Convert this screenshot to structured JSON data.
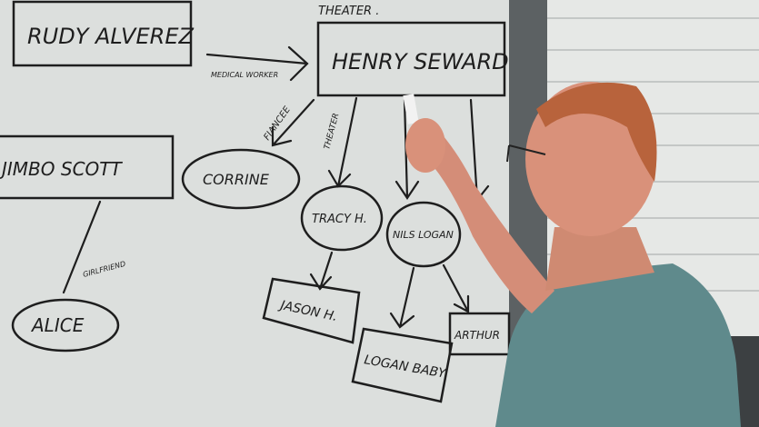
{
  "whiteboard": {
    "nodes": {
      "rudy": "RUDY ALVEREZ",
      "henry": "HENRY SEWARD",
      "jimbo": "JIMBO SCOTT",
      "corrine": "CORRINE",
      "tracy": "TRACY H.",
      "nils": "NILS LOGAN",
      "jason": "JASON H.",
      "alice": "ALICE",
      "logan_baby": "LOGAN BABY",
      "arthur": "ARTHUR"
    },
    "edge_labels": {
      "theater_top": "THEATER .",
      "medical_worker": "MEDICAL WORKER",
      "fiancee": "FIANCEE",
      "theater": "THEATER",
      "girlfriend": "GIRLFRIEND"
    }
  },
  "colors": {
    "board": "#dcdfdd",
    "marker": "#1e1e1e",
    "scrubs": "#5f8a8c",
    "skin": "#d9917a"
  }
}
